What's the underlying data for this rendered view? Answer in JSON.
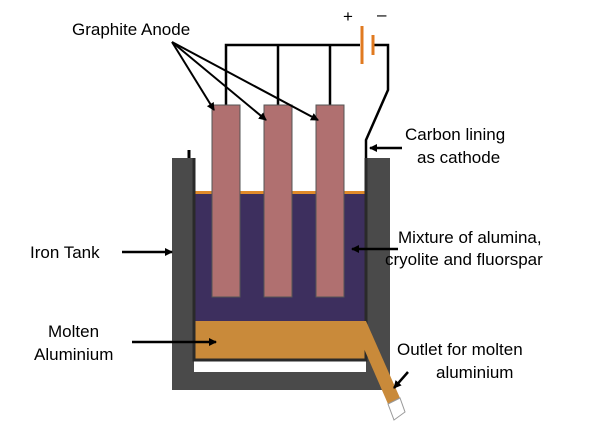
{
  "labels": {
    "graphite_anode": "Graphite Anode",
    "carbon_lining": [
      "Carbon lining",
      "as cathode"
    ],
    "iron_tank": "Iron Tank",
    "mixture": [
      "Mixture of alumina,",
      "cryolite and fluorspar"
    ],
    "molten_aluminium": [
      "Molten",
      "Aluminium"
    ],
    "outlet": [
      "Outlet for molten",
      "aluminium"
    ],
    "battery_positive": "+",
    "battery_negative": "–"
  },
  "colors": {
    "iron_tank": "#4a4a4a",
    "carbon_lining": "#3a3a3a",
    "electrolyte": "#3d2f5e",
    "electrolyte_surface": "#e08a2a",
    "molten_aluminium": "#c98a3a",
    "anode": "#b07070",
    "battery": "#e07a20",
    "wire": "#000000"
  },
  "anode_count": 3
}
